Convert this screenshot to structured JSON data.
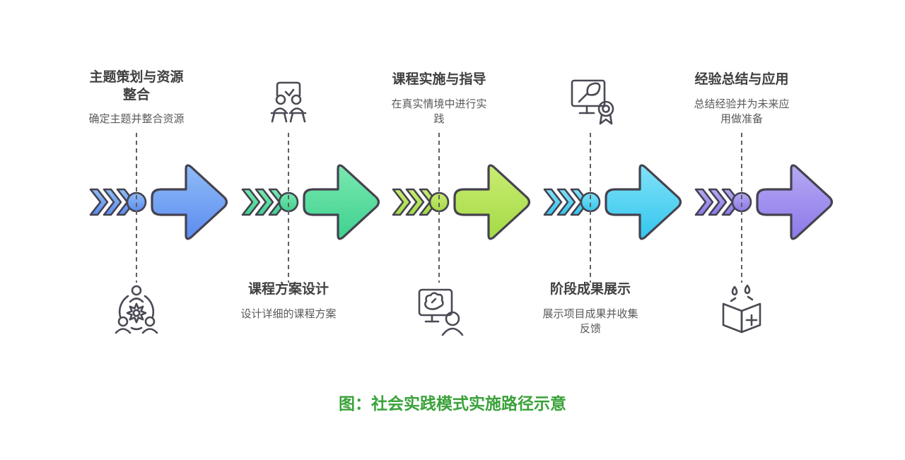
{
  "page": {
    "background": "#ffffff",
    "caption": "图：社会实践模式实施路径示意",
    "caption_color": "#3aa23a"
  },
  "style": {
    "outline_color": "#45424f",
    "dash_color": "#5f5f5f",
    "icon_stroke": "#4b4954",
    "title_color": "#3f3f3f",
    "desc_color": "#595959"
  },
  "stages": [
    {
      "title": "主题策划与资源整合",
      "description": "确定主题并整合资源",
      "icon": "team-gear-icon",
      "layout": "text-top",
      "color_light": "#8fbcf6",
      "color": "#5c8cf0"
    },
    {
      "title": "课程方案设计",
      "description": "设计详细的课程方案",
      "icon": "classroom-desks-icon",
      "layout": "icon-top",
      "color_light": "#79e8b0",
      "color": "#3ed18f"
    },
    {
      "title": "课程实施与指导",
      "description": "在真实情境中进行实践",
      "icon": "presentation-person-icon",
      "layout": "text-top",
      "color_light": "#c9ec72",
      "color": "#a4da46"
    },
    {
      "title": "阶段成果展示",
      "description": "展示项目成果并收集反馈",
      "icon": "monitor-award-icon",
      "layout": "icon-top",
      "color_light": "#80e2f8",
      "color": "#33c6ee"
    },
    {
      "title": "经验总结与应用",
      "description": "总结经验并为未来应用做准备",
      "icon": "book-drops-icon",
      "layout": "text-top",
      "color_light": "#b6a9f3",
      "color": "#8d79ea"
    }
  ]
}
